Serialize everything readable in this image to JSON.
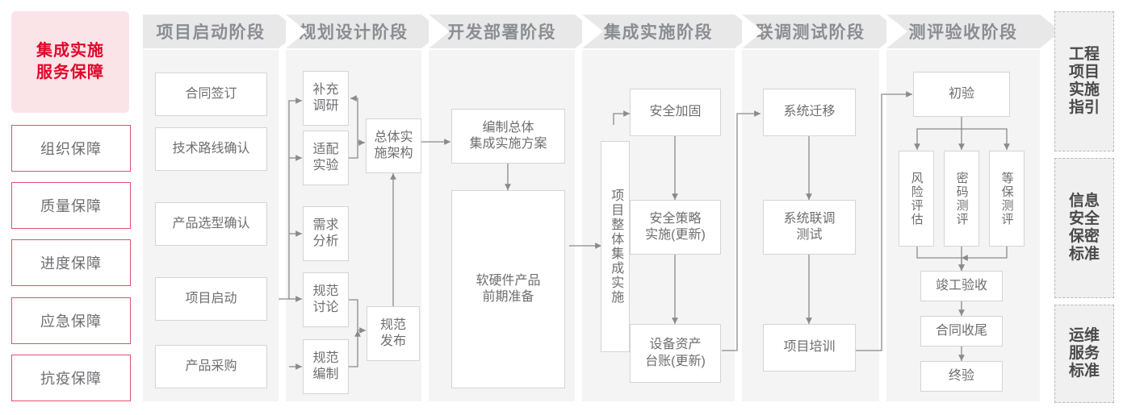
{
  "lead": {
    "title": "集成实施\n服务保障",
    "line1": "集成实施",
    "line2": "服务保障",
    "bg": "#fbe4e8",
    "color": "#e0062a"
  },
  "guarantees": [
    {
      "label": "组织保障"
    },
    {
      "label": "质量保障"
    },
    {
      "label": "进度保障"
    },
    {
      "label": "应急保障"
    },
    {
      "label": "抗疫保障"
    }
  ],
  "phases": [
    {
      "title": "项目启动阶段"
    },
    {
      "title": "规划设计阶段"
    },
    {
      "title": "开发部署阶段"
    },
    {
      "title": "集成实施阶段"
    },
    {
      "title": "联调测试阶段"
    },
    {
      "title": "测评验收阶段"
    }
  ],
  "nodes": {
    "p1": [
      {
        "label": "合同签订"
      },
      {
        "label": "技术路线确认"
      },
      {
        "label": "产品选型确认"
      },
      {
        "label": "项目启动"
      },
      {
        "label": "产品采购"
      }
    ],
    "p2": [
      {
        "label": "补充\n调研",
        "l1": "补充",
        "l2": "调研"
      },
      {
        "label": "适配\n实验",
        "l1": "适配",
        "l2": "实验"
      },
      {
        "label": "需求\n分析",
        "l1": "需求",
        "l2": "分析"
      },
      {
        "label": "规范\n讨论",
        "l1": "规范",
        "l2": "讨论"
      },
      {
        "label": "规范\n编制",
        "l1": "规范",
        "l2": "编制"
      },
      {
        "label": "总体实\n施架构",
        "l1": "总体实",
        "l2": "施架构"
      },
      {
        "label": "规范\n发布",
        "l1": "规范",
        "l2": "发布"
      }
    ],
    "p3": [
      {
        "label": "编制总体\n集成实施方案",
        "l1": "编制总体",
        "l2": "集成实施方案"
      },
      {
        "label": "软硬件产品\n前期准备",
        "l1": "软硬件产品",
        "l2": "前期准备"
      }
    ],
    "p4": [
      {
        "label": "项目整体集成实施"
      },
      {
        "label": "安全加固"
      },
      {
        "label": "安全策略\n实施(更新)",
        "l1": "安全策略",
        "l2": "实施(更新)"
      },
      {
        "label": "设备资产\n台账(更新)",
        "l1": "设备资产",
        "l2": "台账(更新)"
      }
    ],
    "p5": [
      {
        "label": "系统迁移"
      },
      {
        "label": "系统联调\n测试",
        "l1": "系统联调",
        "l2": "测试"
      },
      {
        "label": "项目培训"
      }
    ],
    "p6": [
      {
        "label": "初验"
      },
      {
        "label": "风险评估"
      },
      {
        "label": "密码测评"
      },
      {
        "label": "等保测评"
      },
      {
        "label": "竣工验收"
      },
      {
        "label": "合同收尾"
      },
      {
        "label": "终验"
      }
    ]
  },
  "references": [
    {
      "label": "工程项目实施指引"
    },
    {
      "label": "信息安全保密标准"
    },
    {
      "label": "运维服务标准"
    }
  ],
  "colors": {
    "accent_red": "#e0062a",
    "accent_pink_bg": "#fbe4e8",
    "guard_border": "#e0516b",
    "column_bg": "#f4f4f4",
    "header_bg": "#e8e8e8",
    "header_text": "#8a8d91",
    "node_border": "#d4d4d4",
    "node_text": "#6d6e71",
    "wire": "#8a8a8a",
    "ref_bg": "#f0f0f0",
    "ref_border": "#b9b9b9"
  }
}
